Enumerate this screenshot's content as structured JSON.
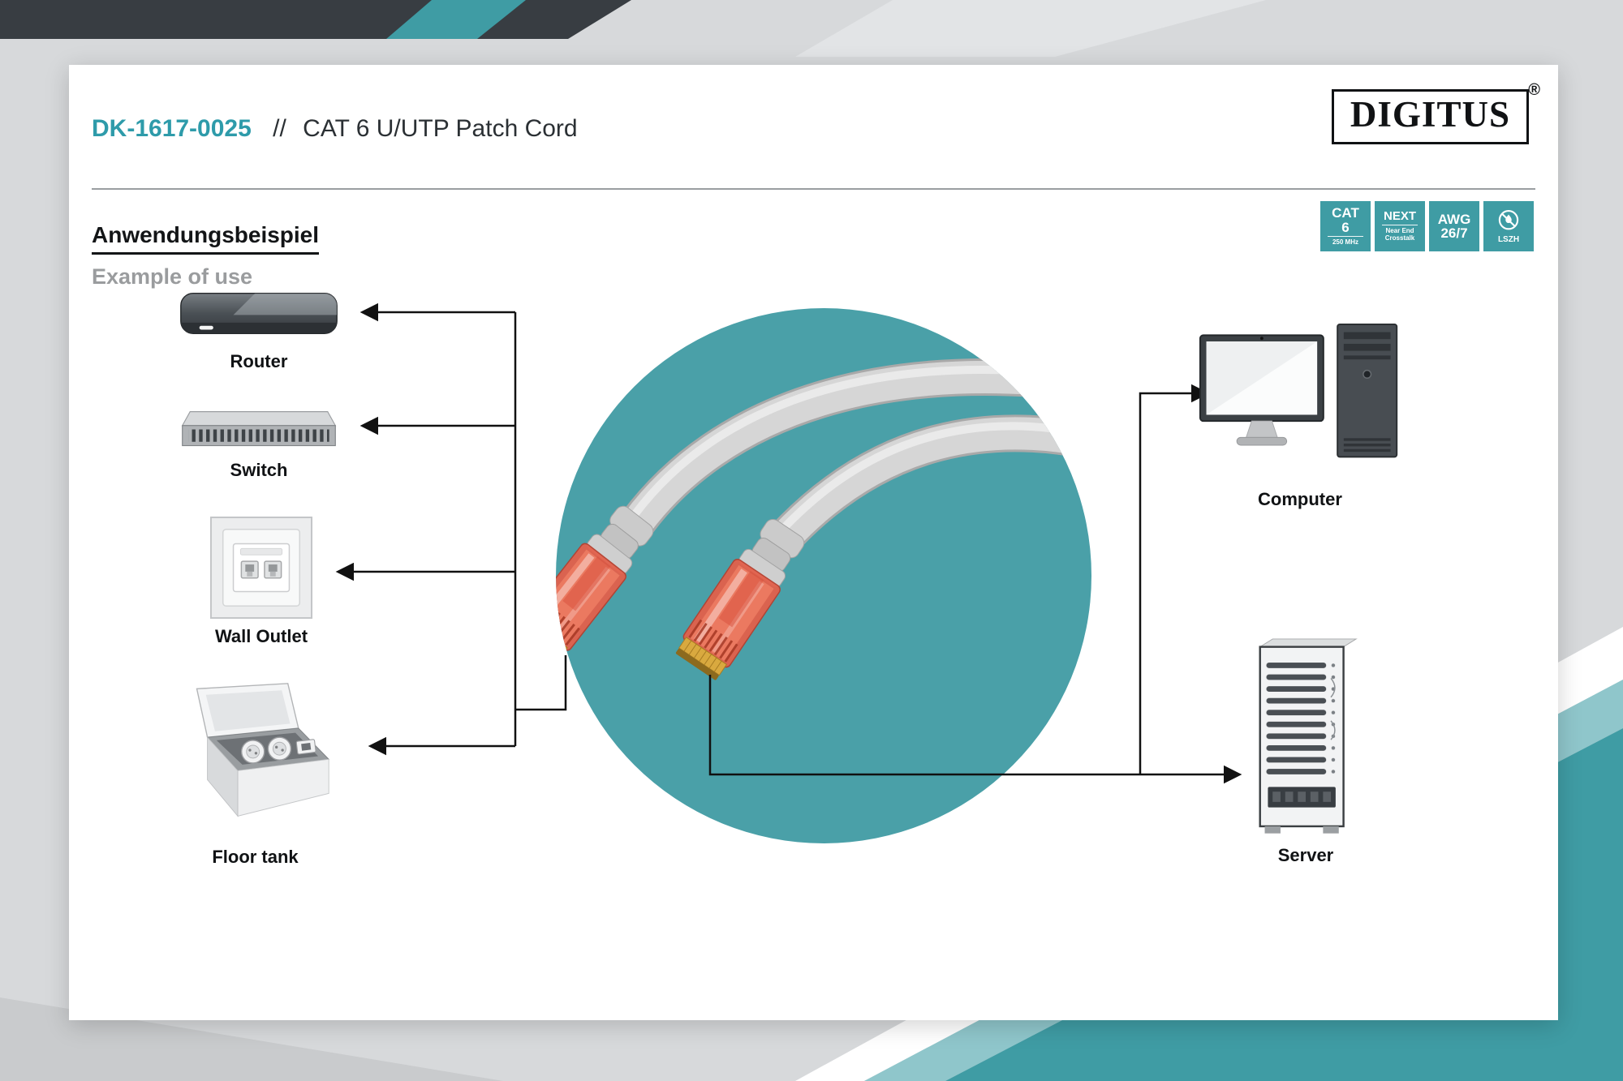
{
  "header": {
    "product_code": "DK-1617-0025",
    "separator": "//",
    "product_name": "CAT 6 U/UTP Patch Cord",
    "logo": "DIGITUS",
    "logo_reg": "®"
  },
  "section": {
    "title_de": "Anwendungsbeispiel",
    "title_en": "Example of use"
  },
  "badges": [
    {
      "line1": "CAT",
      "line2": "6",
      "line3": "250 MHz"
    },
    {
      "line1": "NEXT",
      "line2": "Near End",
      "line3": "Crosstalk"
    },
    {
      "line1": "AWG",
      "line2": "26/7"
    },
    {
      "label": "LSZH"
    }
  ],
  "devices": {
    "router": "Router",
    "switch": "Switch",
    "wall_outlet": "Wall Outlet",
    "floor_tank": "Floor tank",
    "computer": "Computer",
    "server": "Server"
  },
  "colors": {
    "teal": "#3F9CA4",
    "photo_circle": "#4AA0A8",
    "accent": "#2E9BAA"
  }
}
